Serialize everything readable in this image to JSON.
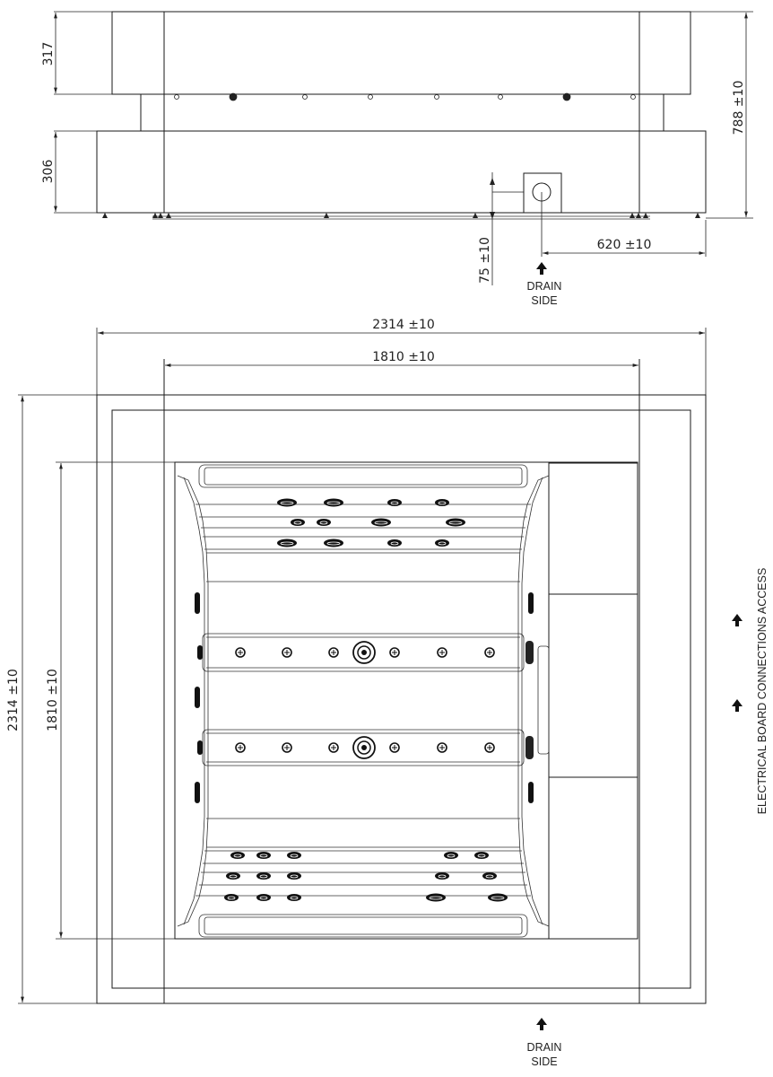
{
  "side_view": {
    "dim_upper_height": "317",
    "dim_lower_height": "306",
    "dim_total_height": "788 ±10",
    "dim_drain_height": "75 ±10",
    "dim_drain_offset": "620 ±10",
    "drain_label_line1": "DRAIN",
    "drain_label_line2": "SIDE"
  },
  "plan_view": {
    "dim_outer_width": "2314 ±10",
    "dim_inner_width": "1810 ±10",
    "dim_outer_depth": "2314 ±10",
    "dim_inner_depth": "1810 ±10",
    "electrical_label": "ELECTRICAL BOARD CONNECTIONS ACCESS",
    "drain_label_line1": "DRAIN",
    "drain_label_line2": "SIDE"
  },
  "colors": {
    "line": "#1a1a1a",
    "background": "#ffffff"
  }
}
